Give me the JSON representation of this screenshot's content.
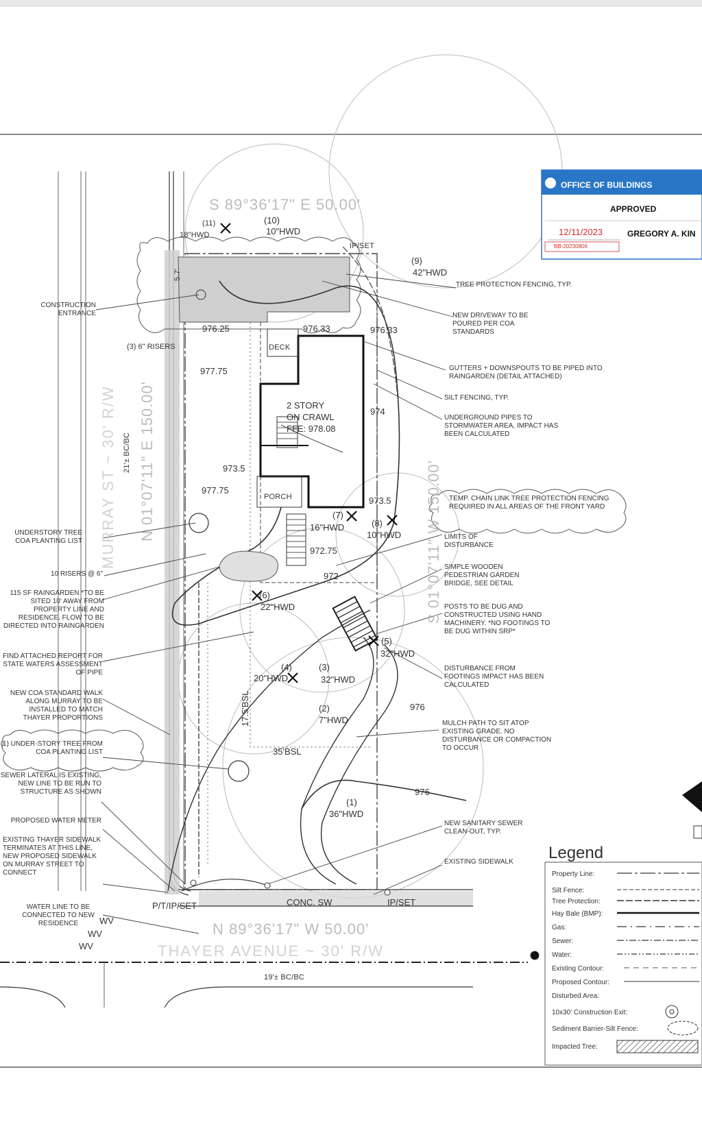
{
  "plan": {
    "bearings": {
      "north": "S 89°36'17\" E 50.00'",
      "south": "N 89°36'17\" W 50.00'",
      "east": "S 01°07'11\" W 150.00'",
      "west": "N 01°07'11\" E 150.00'"
    },
    "streets": {
      "murray": "MURRAY ST ~ 30' R/W",
      "murray_sub": "21'± BC/BC",
      "thayer": "THAYER AVENUE ~ 30' R/W",
      "thayer_sub": "19'± BC/BC"
    },
    "house": {
      "line1": "2 STORY",
      "line2": "ON CRAWL",
      "ffe": "FFE: 978.08",
      "deck": "DECK",
      "porch": "PORCH"
    },
    "elevations": [
      "976.25",
      "976.33",
      "976.33",
      "977.75",
      "973.5",
      "977.75",
      "973.5",
      "972.75",
      "972",
      "974",
      "976",
      "976"
    ],
    "trees": [
      {
        "num": "(11)",
        "size": "18\"HWD"
      },
      {
        "num": "(10)",
        "size": "10\"HWD"
      },
      {
        "num": "(9)",
        "size": "42\"HWD"
      },
      {
        "num": "(7)",
        "size": "16\"HWD"
      },
      {
        "num": "(8)",
        "size": "10\"HWD"
      },
      {
        "num": "(6)",
        "size": "22\"HWD"
      },
      {
        "num": "(4)",
        "size": "20\"HWD"
      },
      {
        "num": "(3)",
        "size": "32\"HWD"
      },
      {
        "num": "(5)",
        "size": "32\"HWD"
      },
      {
        "num": "(2)",
        "size": "7\"HWD"
      },
      {
        "num": "(1)",
        "size": "36\"HWD"
      }
    ],
    "setbacks": {
      "side": "17.5'BSL",
      "front": "35'BSL"
    },
    "point_labels": {
      "ip_set_ne": "IP/SET",
      "ip_set_sw": "P/T/IP/SET",
      "ip_set_se": "IP/SET",
      "conc_sw": "CONC. SW"
    },
    "left_notes": [
      "CONSTRUCTION ENTRANCE",
      "(3) 6\" RISERS",
      "UNDERSTORY TREE COA PLANTING LIST",
      "10 RISERS @ 6\"",
      "115 SF RAINGARDEN *TO BE SITED 10' AWAY FROM PROPERTY LINE AND RESIDENCE. FLOW TO BE DIRECTED INTO RAINGARDEN",
      "FIND ATTACHED REPORT FOR STATE WATERS ASSESSMENT OF PIPE",
      "NEW COA STANDARD WALK ALONG MURRAY TO BE INSTALLED TO MATCH THAYER PROPORTIONS",
      "(1) UNDER-STORY TREE FROM COA PLANTING LIST",
      "SEWER LATERAL IS EXISTING, NEW LINE TO BE RUN TO STRUCTURE AS SHOWN",
      "PROPOSED WATER METER",
      "EXISTING THAYER SIDEWALK TERMINATES AT THIS LINE, NEW PROPOSED SIDEWALK ON MURRAY STREET TO CONNECT",
      "WATER LINE TO BE CONNECTED TO NEW RESIDENCE"
    ],
    "right_notes": [
      "TREE PROTECTION FENCING, TYP.",
      "NEW DRIVEWAY TO BE POURED PER COA STANDARDS",
      "GUTTERS + DOWNSPOUTS TO BE PIPED INTO RAINGARDEN (DETAIL ATTACHED)",
      "SILT FENCING, TYP.",
      "UNDERGROUND PIPES TO STORMWATER AREA, IMPACT HAS BEEN CALCULATED",
      "TEMP. CHAIN LINK TREE PROTECTION FENCING REQUIRED IN ALL AREAS OF THE FRONT YARD",
      "LIMITS OF DISTURBANCE",
      "SIMPLE WOODEN PEDESTRIAN GARDEN BRIDGE, SEE DETAIL",
      "POSTS TO BE DUG AND CONSTRUCTED USING HAND MACHINERY. *NO FOOTINGS TO BE DUG WITHIN SRP*",
      "DISTURBANCE FROM FOOTINGS IMPACT HAS BEEN CALCULATED",
      "MULCH PATH TO SIT ATOP EXISTING GRADE. NO DISTURBANCE OR COMPACTION TO OCCUR",
      "NEW SANITARY SEWER CLEAN-OUT, TYP.",
      "EXISTING SIDEWALK"
    ],
    "wv_marks": [
      "WV",
      "WV",
      "WV"
    ]
  },
  "stamp": {
    "office": "OFFICE OF BUILDINGS",
    "status": "APPROVED",
    "date": "12/11/2023",
    "name": "GREGORY A. KIN",
    "ref": "BB-20230806"
  },
  "legend": {
    "title": "Legend",
    "items": [
      "Property Line:",
      "Silt Fence:",
      "Tree Protection:",
      "Hay Bale (BMP):",
      "Gas:",
      "Sewer:",
      "Water:",
      "Existing Contour:",
      "Proposed Contour:",
      "Disturbed Area:",
      "10x30' Construction Exit:",
      "Sediment Barrier-Silt Fence:",
      "Impacted Tree:"
    ]
  },
  "colors": {
    "stamp_blue": "#2a76c6",
    "stamp_red": "#d22b2b",
    "driveway_gray": "#c8c8c8",
    "line": "#333333"
  }
}
